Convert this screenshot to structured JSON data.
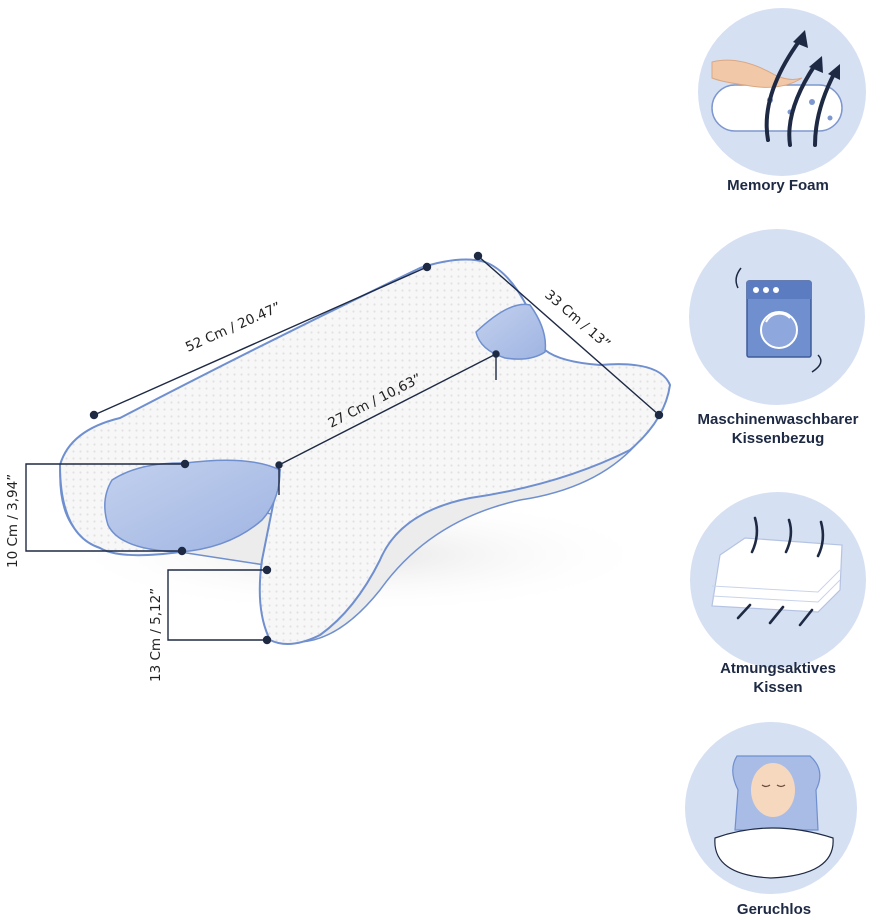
{
  "dimensions": {
    "length": "52 Cm / 20.47”",
    "inner_length": "27 Cm / 10,63”",
    "width": "33 Cm / 13”",
    "height_low": "10 Cm /  3,94”",
    "height_high": "13 Cm /  5,12”"
  },
  "features": [
    {
      "icon": "memory-foam-icon",
      "lines": [
        "Memory Foam"
      ]
    },
    {
      "icon": "washing-machine-icon",
      "lines": [
        "Maschinenwaschbarer",
        "Kissenbezug"
      ]
    },
    {
      "icon": "breathable-layer-icon",
      "lines": [
        "Atmungsaktives",
        "Kissen"
      ]
    },
    {
      "icon": "sleeping-person-icon",
      "lines": [
        "Geruchlos"
      ]
    }
  ],
  "colors": {
    "circle_fill": "#d6e0f3",
    "accent_navy": "#1e2a44",
    "pillow_edge": "#6f8fcf",
    "pillow_cutout": "#a9bce6"
  }
}
